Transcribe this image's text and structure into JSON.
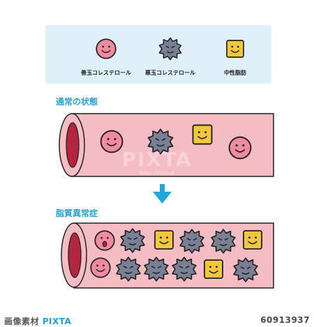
{
  "legend": {
    "good_label": "善玉コレステロール",
    "bad_label": "悪玉コレステロール",
    "fat_label": "中性脂肪"
  },
  "sections": {
    "normal_title": "通常の状態",
    "abnormal_title": "脂質異常症"
  },
  "watermark": {
    "text": "PIXTA",
    "url": "https://pixta.jp"
  },
  "footer": {
    "logo_prefix": "画像素材 ",
    "logo_brand": "PIXTA",
    "image_id": "60913937"
  },
  "colors": {
    "legend_bg": "#dff0fa",
    "good": "#f28aa0",
    "bad": "#7b7f95",
    "fat": "#f2c73b",
    "vessel": "#f4bcc3",
    "lumen": "#b3263d",
    "arrow": "#23a6dc",
    "title": "#2aa3d8"
  }
}
